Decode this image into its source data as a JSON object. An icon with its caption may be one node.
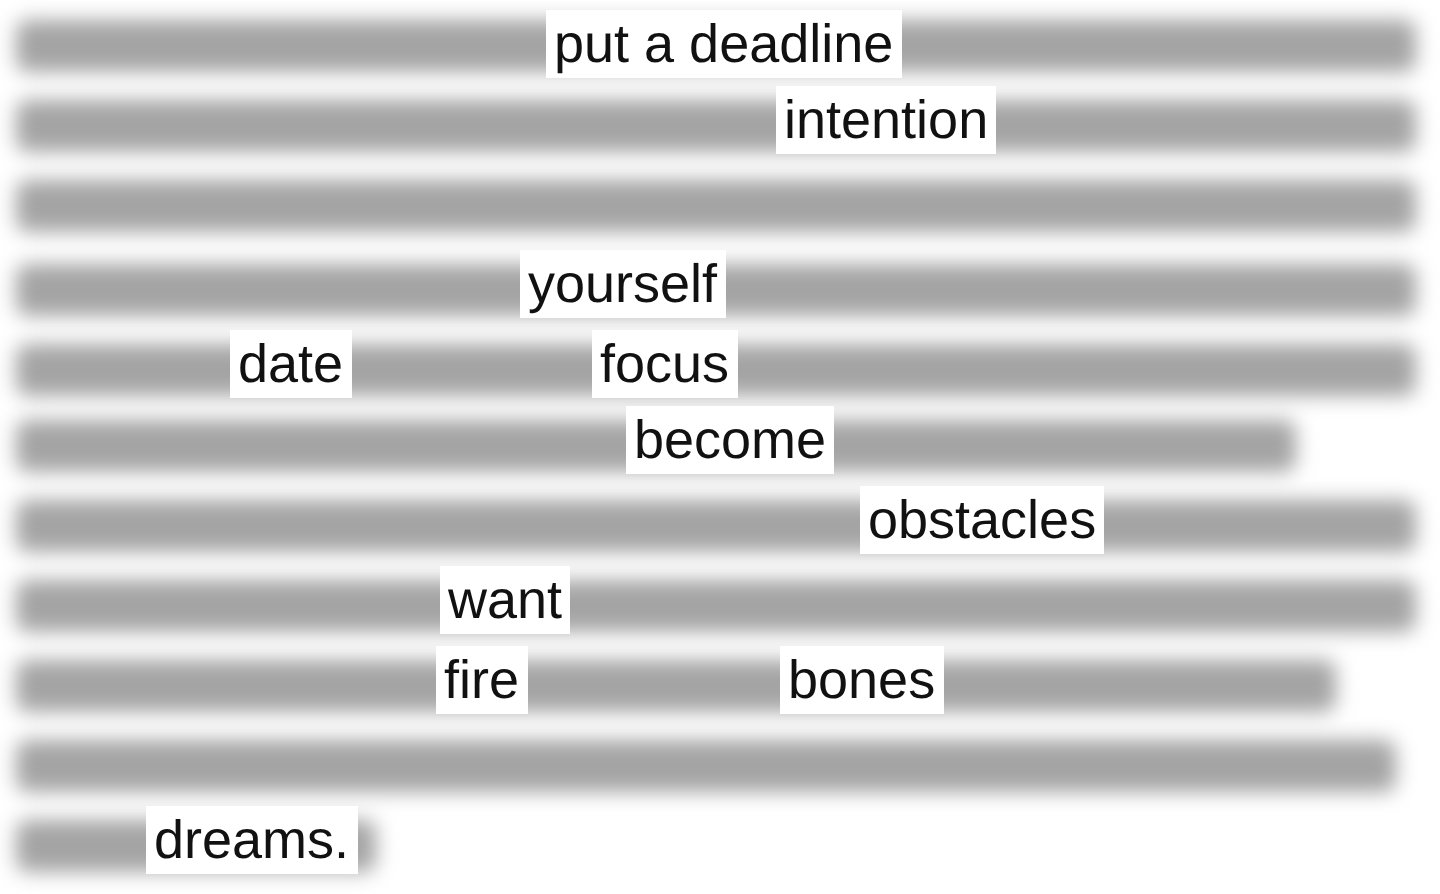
{
  "diagram": {
    "labels": [
      "put a deadline",
      "intention",
      "yourself",
      "date",
      "focus",
      "become",
      "obstacles",
      "want",
      "fire",
      "bones",
      "dreams."
    ]
  }
}
